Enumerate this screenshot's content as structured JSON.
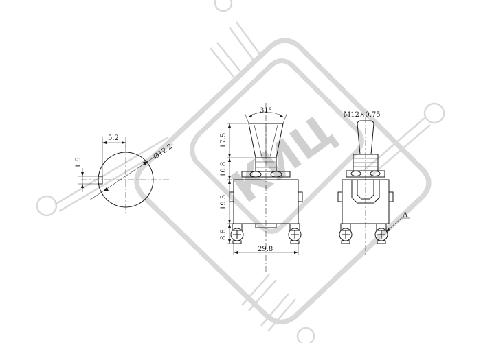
{
  "watermark": {
    "text": "КИЦ"
  },
  "dimensions": {
    "key_width": "5.2",
    "key_depth": "1.9",
    "diameter": "Ø12.2",
    "angle": "31°",
    "h_lever": "17.5",
    "h_bushing": "10.8",
    "h_body": "19.5",
    "h_terminal": "8.8",
    "width": "29.8",
    "thread": "M12×0.75",
    "label_a": "A"
  },
  "colors": {
    "line": "#1a1a1a",
    "watermark": "#d9d9d9"
  }
}
